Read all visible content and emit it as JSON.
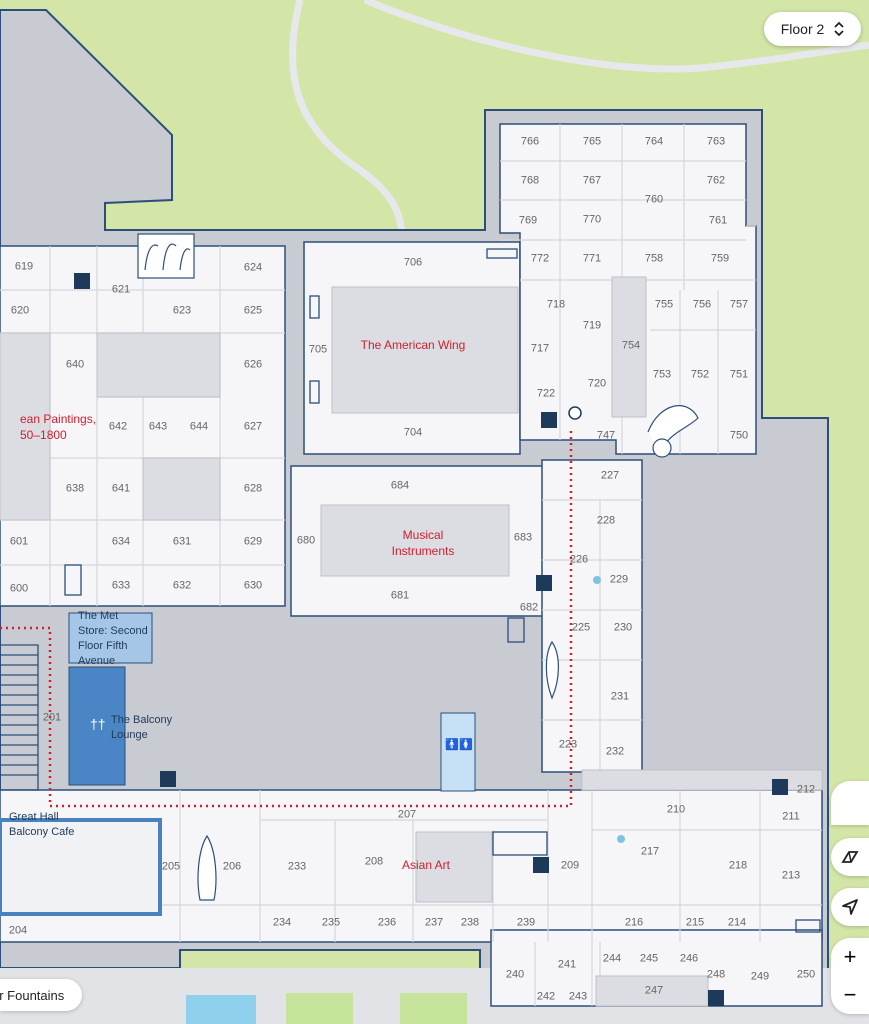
{
  "floor_selector": {
    "label": "Floor 2"
  },
  "controls": {
    "zoom_in": "+",
    "zoom_out": "−"
  },
  "nearby_pill": {
    "label": "er Fountains"
  },
  "highlights": {
    "american_wing": "The American Wing",
    "european_paintings": "ean Paintings,\n50–1800",
    "musical_instruments": "Musical\nInstruments",
    "asian_art": "Asian Art"
  },
  "amenities": {
    "met_store": "The Met\nStore: Second\nFloor Fifth\nAvenue",
    "balcony_lounge": "The Balcony\nLounge",
    "great_hall_cafe": "Great Hall\nBalcony Cafe"
  },
  "rooms": [
    [
      "766",
      530,
      142
    ],
    [
      "765",
      592,
      142
    ],
    [
      "764",
      654,
      142
    ],
    [
      "763",
      716,
      142
    ],
    [
      "768",
      530,
      181
    ],
    [
      "767",
      592,
      181
    ],
    [
      "760",
      654,
      200
    ],
    [
      "762",
      716,
      181
    ],
    [
      "769",
      528,
      221
    ],
    [
      "770",
      592,
      220
    ],
    [
      "761",
      718,
      221
    ],
    [
      "772",
      540,
      259
    ],
    [
      "771",
      592,
      259
    ],
    [
      "758",
      654,
      259
    ],
    [
      "759",
      720,
      259
    ],
    [
      "706",
      413,
      263
    ],
    [
      "619",
      24,
      267
    ],
    [
      "621",
      121,
      290
    ],
    [
      "624",
      253,
      268
    ],
    [
      "620",
      20,
      311
    ],
    [
      "623",
      182,
      311
    ],
    [
      "625",
      253,
      311
    ],
    [
      "718",
      556,
      305
    ],
    [
      "719",
      592,
      326
    ],
    [
      "755",
      664,
      305
    ],
    [
      "756",
      702,
      305
    ],
    [
      "757",
      739,
      305
    ],
    [
      "705",
      318,
      350
    ],
    [
      "717",
      540,
      349
    ],
    [
      "754",
      631,
      346
    ],
    [
      "640",
      75,
      365
    ],
    [
      "626",
      253,
      365
    ],
    [
      "720",
      597,
      384
    ],
    [
      "753",
      662,
      375
    ],
    [
      "752",
      700,
      375
    ],
    [
      "751",
      739,
      375
    ],
    [
      "722",
      546,
      394
    ],
    [
      "642",
      118,
      427
    ],
    [
      "643",
      158,
      427
    ],
    [
      "644",
      199,
      427
    ],
    [
      "627",
      253,
      427
    ],
    [
      "704",
      413,
      433
    ],
    [
      "747",
      606,
      436
    ],
    [
      "750",
      739,
      436
    ],
    [
      "227",
      610,
      476
    ],
    [
      "684",
      400,
      486
    ],
    [
      "638",
      75,
      489
    ],
    [
      "641",
      121,
      489
    ],
    [
      "628",
      253,
      489
    ],
    [
      "228",
      606,
      521
    ],
    [
      "683",
      523,
      538
    ],
    [
      "680",
      306,
      541
    ],
    [
      "601",
      19,
      542
    ],
    [
      "634",
      121,
      542
    ],
    [
      "631",
      182,
      542
    ],
    [
      "629",
      253,
      542
    ],
    [
      "226",
      579,
      560
    ],
    [
      "229",
      619,
      580
    ],
    [
      "600",
      19,
      589
    ],
    [
      "633",
      121,
      586
    ],
    [
      "632",
      182,
      586
    ],
    [
      "630",
      253,
      586
    ],
    [
      "681",
      400,
      596
    ],
    [
      "682",
      529,
      608
    ],
    [
      "225",
      581,
      628
    ],
    [
      "230",
      623,
      628
    ],
    [
      "231",
      620,
      697
    ],
    [
      "201",
      52,
      718
    ],
    [
      "223",
      568,
      745
    ],
    [
      "232",
      615,
      752
    ],
    [
      "210",
      676,
      810
    ],
    [
      "212",
      806,
      790
    ],
    [
      "207",
      407,
      815
    ],
    [
      "211",
      791,
      817
    ],
    [
      "217",
      650,
      852
    ],
    [
      "209",
      570,
      866
    ],
    [
      "205",
      171,
      867
    ],
    [
      "206",
      232,
      867
    ],
    [
      "233",
      297,
      867
    ],
    [
      "208",
      374,
      862
    ],
    [
      "218",
      738,
      866
    ],
    [
      "213",
      791,
      876
    ],
    [
      "234",
      282,
      923
    ],
    [
      "235",
      331,
      923
    ],
    [
      "236",
      387,
      923
    ],
    [
      "237",
      434,
      923
    ],
    [
      "238",
      470,
      923
    ],
    [
      "239",
      526,
      923
    ],
    [
      "216",
      634,
      923
    ],
    [
      "215",
      695,
      923
    ],
    [
      "214",
      737,
      923
    ],
    [
      "204",
      18,
      931
    ],
    [
      "244",
      612,
      959
    ],
    [
      "245",
      649,
      959
    ],
    [
      "246",
      689,
      959
    ],
    [
      "241",
      567,
      965
    ],
    [
      "240",
      515,
      975
    ],
    [
      "248",
      716,
      975
    ],
    [
      "249",
      760,
      977
    ],
    [
      "250",
      806,
      975
    ],
    [
      "247",
      654,
      991
    ],
    [
      "242",
      546,
      997
    ],
    [
      "243",
      578,
      997
    ]
  ]
}
